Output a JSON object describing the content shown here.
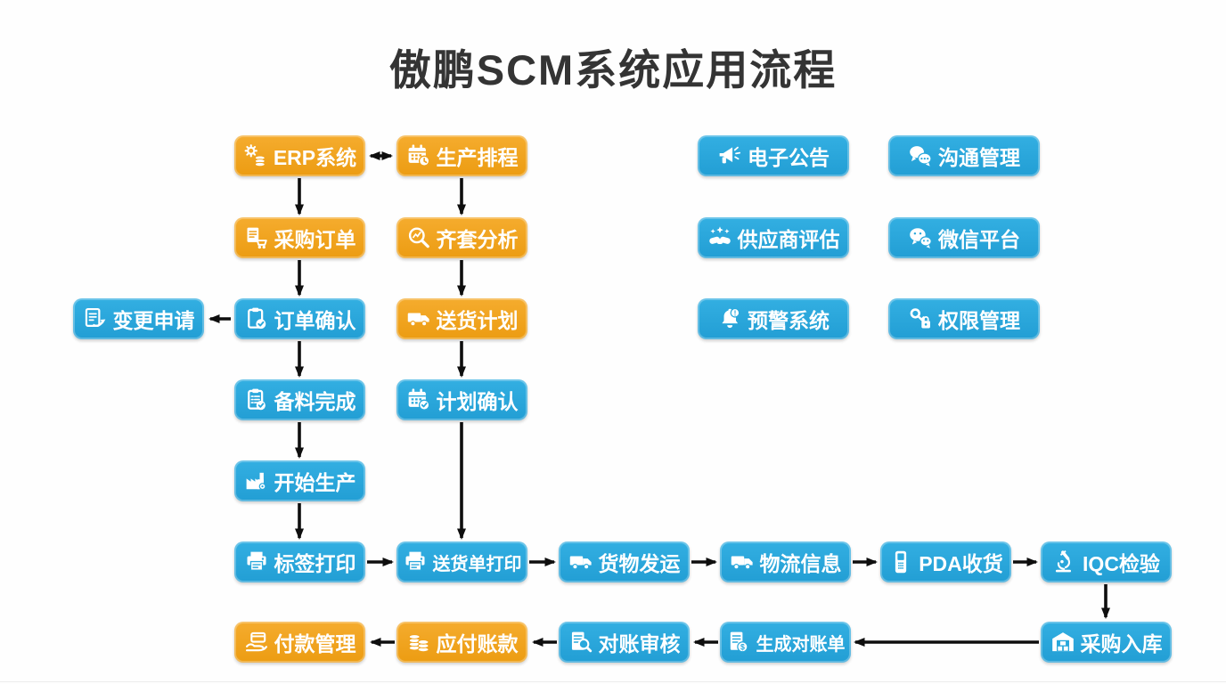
{
  "title": "傲鹏SCM系统应用流程",
  "colors": {
    "orange": "#EFA11C",
    "blue": "#29A8DC",
    "arrow": "#0e0e0e",
    "title_text": "#343434",
    "background": "#fefefe",
    "node_text": "#ffffff"
  },
  "nodes": [
    {
      "id": "erp-system",
      "label": "ERP系统",
      "color": "orange",
      "icon": "gears-database-icon"
    },
    {
      "id": "production-scheduling",
      "label": "生产排程",
      "color": "orange",
      "icon": "calendar-clock-icon"
    },
    {
      "id": "purchase-order",
      "label": "采购订单",
      "color": "orange",
      "icon": "document-cart-icon"
    },
    {
      "id": "kit-analysis",
      "label": "齐套分析",
      "color": "orange",
      "icon": "chart-magnifier-icon"
    },
    {
      "id": "change-request",
      "label": "变更申请",
      "color": "blue",
      "icon": "document-arrow-icon"
    },
    {
      "id": "order-confirmation",
      "label": "订单确认",
      "color": "blue",
      "icon": "clipboard-check-icon"
    },
    {
      "id": "delivery-plan",
      "label": "送货计划",
      "color": "orange",
      "icon": "truck-icon"
    },
    {
      "id": "material-ready",
      "label": "备料完成",
      "color": "blue",
      "icon": "checklist-check-icon"
    },
    {
      "id": "plan-confirmation",
      "label": "计划确认",
      "color": "blue",
      "icon": "calendar-check-icon"
    },
    {
      "id": "start-production",
      "label": "开始生产",
      "color": "blue",
      "icon": "factory-gear-icon"
    },
    {
      "id": "label-printing",
      "label": "标签打印",
      "color": "blue",
      "icon": "printer-icon"
    },
    {
      "id": "delivery-note-printing",
      "label": "送货单打印",
      "color": "blue",
      "icon": "printer-icon"
    },
    {
      "id": "goods-dispatch",
      "label": "货物发运",
      "color": "blue",
      "icon": "truck-icon"
    },
    {
      "id": "logistics-info",
      "label": "物流信息",
      "color": "blue",
      "icon": "truck-icon"
    },
    {
      "id": "pda-receiving",
      "label": "PDA收货",
      "color": "blue",
      "icon": "handheld-scanner-icon"
    },
    {
      "id": "iqc-inspection",
      "label": "IQC检验",
      "color": "blue",
      "icon": "microscope-icon"
    },
    {
      "id": "payment-management",
      "label": "付款管理",
      "color": "orange",
      "icon": "hand-card-icon"
    },
    {
      "id": "accounts-payable",
      "label": "应付账款",
      "color": "orange",
      "icon": "coin-stack-icon"
    },
    {
      "id": "reconciliation-audit",
      "label": "对账审核",
      "color": "blue",
      "icon": "document-magnifier-icon"
    },
    {
      "id": "statement-generation",
      "label": "生成对账单",
      "color": "blue",
      "icon": "document-dollar-icon"
    },
    {
      "id": "purchase-inbound",
      "label": "采购入库",
      "color": "blue",
      "icon": "warehouse-icon"
    },
    {
      "id": "e-announcement",
      "label": "电子公告",
      "color": "blue",
      "icon": "megaphone-icon"
    },
    {
      "id": "communication-mgmt",
      "label": "沟通管理",
      "color": "blue",
      "icon": "chat-bubbles-icon"
    },
    {
      "id": "supplier-evaluation",
      "label": "供应商评估",
      "color": "blue",
      "icon": "handshake-stars-icon"
    },
    {
      "id": "wechat-platform",
      "label": "微信平台",
      "color": "blue",
      "icon": "wechat-icon"
    },
    {
      "id": "alert-system",
      "label": "预警系统",
      "color": "blue",
      "icon": "bell-alert-icon"
    },
    {
      "id": "permission-mgmt",
      "label": "权限管理",
      "color": "blue",
      "icon": "key-lock-icon"
    }
  ],
  "edges": [
    {
      "from": "erp-system",
      "to": "production-scheduling",
      "double": true
    },
    {
      "from": "erp-system",
      "to": "purchase-order"
    },
    {
      "from": "production-scheduling",
      "to": "kit-analysis"
    },
    {
      "from": "purchase-order",
      "to": "order-confirmation"
    },
    {
      "from": "kit-analysis",
      "to": "delivery-plan"
    },
    {
      "from": "order-confirmation",
      "to": "change-request"
    },
    {
      "from": "order-confirmation",
      "to": "material-ready"
    },
    {
      "from": "delivery-plan",
      "to": "plan-confirmation"
    },
    {
      "from": "material-ready",
      "to": "start-production"
    },
    {
      "from": "plan-confirmation",
      "to": "delivery-note-printing"
    },
    {
      "from": "start-production",
      "to": "label-printing"
    },
    {
      "from": "label-printing",
      "to": "delivery-note-printing"
    },
    {
      "from": "delivery-note-printing",
      "to": "goods-dispatch"
    },
    {
      "from": "goods-dispatch",
      "to": "logistics-info"
    },
    {
      "from": "logistics-info",
      "to": "pda-receiving"
    },
    {
      "from": "pda-receiving",
      "to": "iqc-inspection"
    },
    {
      "from": "iqc-inspection",
      "to": "purchase-inbound"
    },
    {
      "from": "purchase-inbound",
      "to": "statement-generation"
    },
    {
      "from": "statement-generation",
      "to": "reconciliation-audit"
    },
    {
      "from": "reconciliation-audit",
      "to": "accounts-payable"
    },
    {
      "from": "accounts-payable",
      "to": "payment-management"
    }
  ]
}
